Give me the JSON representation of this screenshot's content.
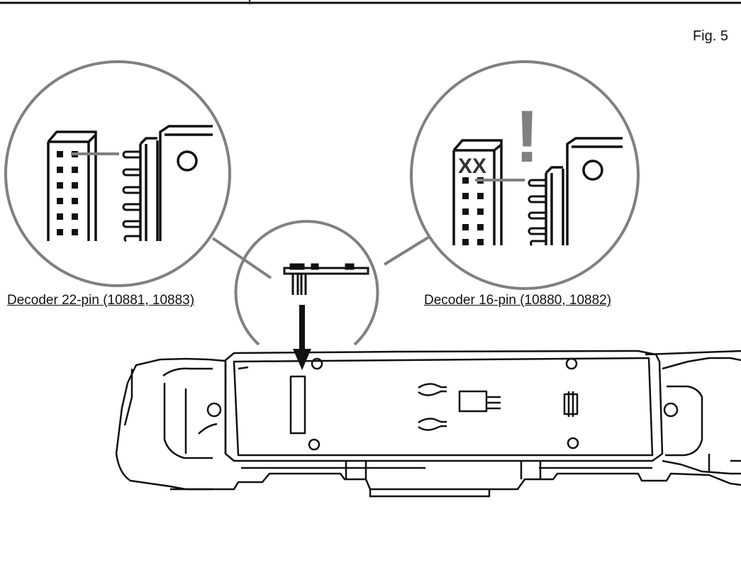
{
  "figure": {
    "label": "Fig. 5"
  },
  "captions": {
    "left": "Decoder 22-pin (10881, 10883)",
    "right": "Decoder 16-pin (10880, 10882)"
  },
  "markers": {
    "warning": "!",
    "blocked_pins": "XX"
  },
  "colors": {
    "line": "#111111",
    "callout_gray": "#808080"
  }
}
